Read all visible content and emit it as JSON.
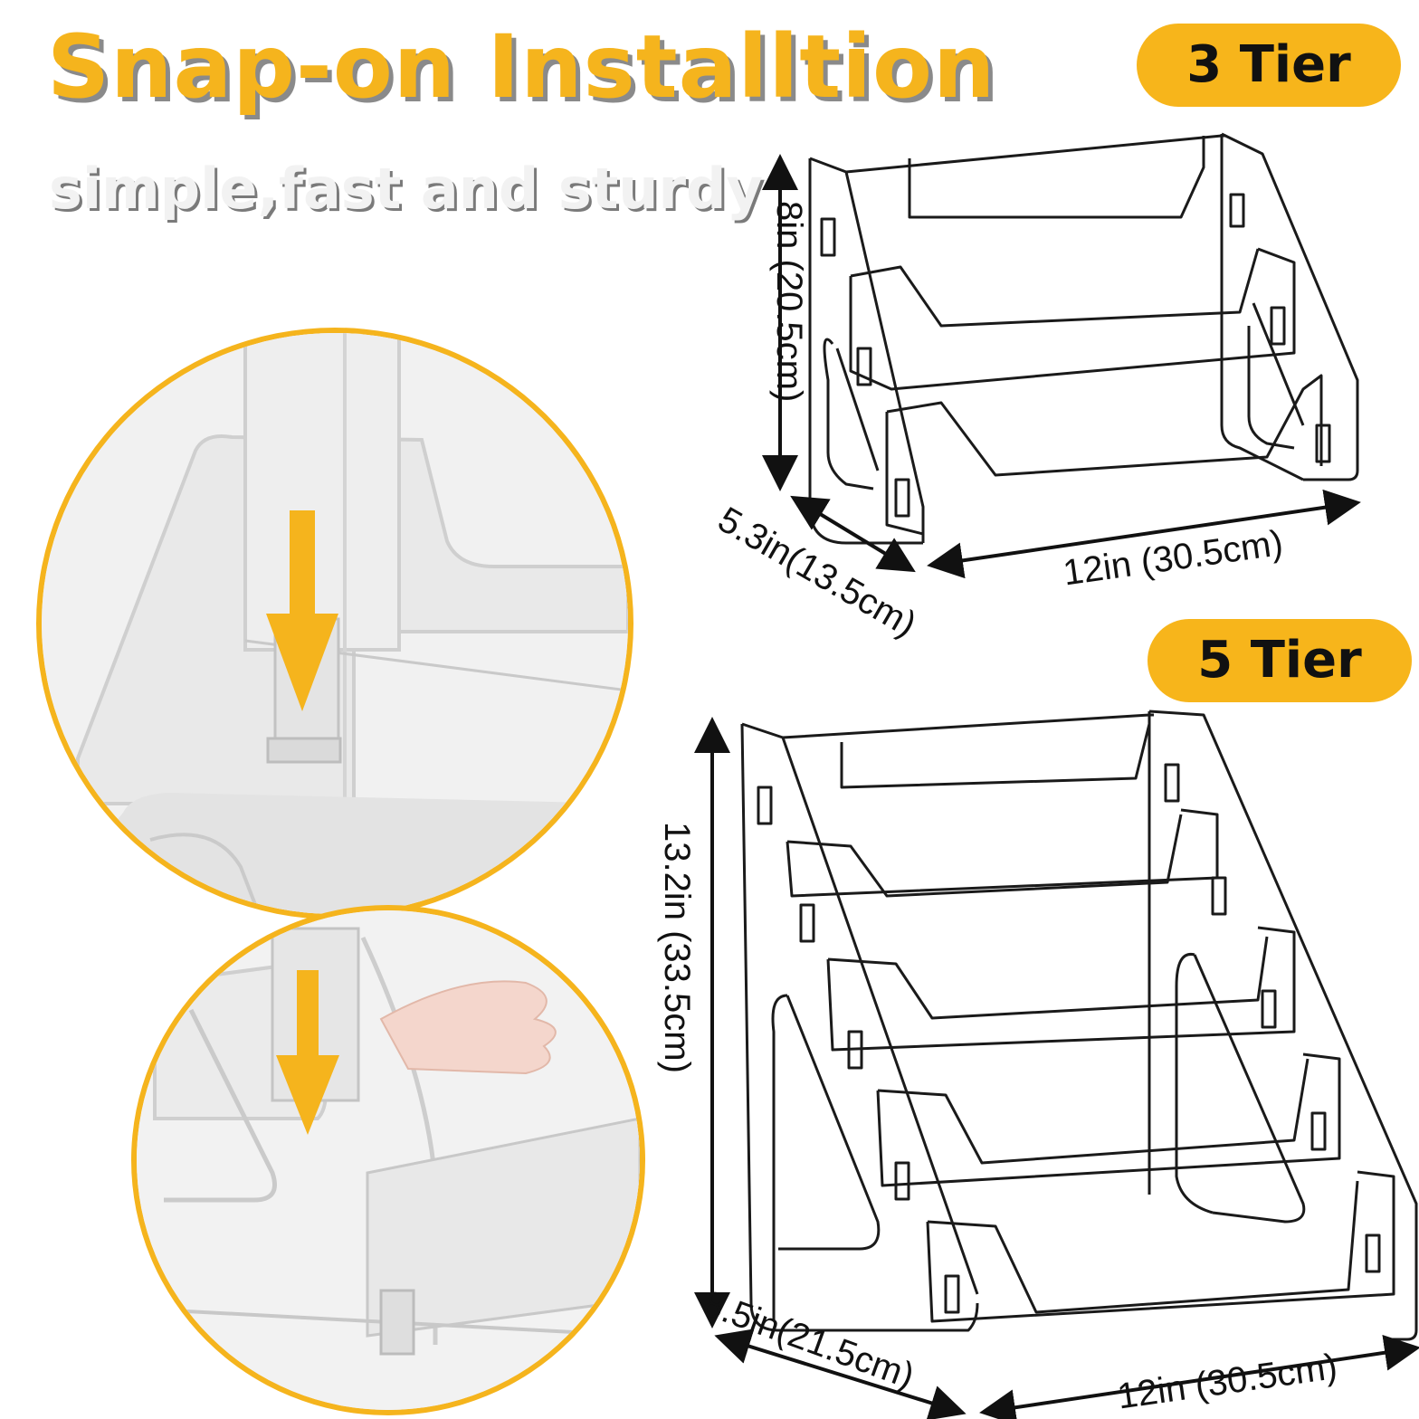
{
  "header": {
    "title": "Snap-on Installtion",
    "subtitle": "simple,fast and sturdy"
  },
  "badges": {
    "tier3": "3 Tier",
    "tier5": "5 Tier"
  },
  "tier3": {
    "height": "8in (20.5cm)",
    "depth": "5.3in(13.5cm)",
    "width": "12in (30.5cm)"
  },
  "tier5": {
    "height": "13.2in (33.5cm)",
    "depth": "8.5in(21.5cm)",
    "width": "12in (30.5cm)"
  },
  "colors": {
    "accent": "#f5b41d",
    "text": "#111111",
    "outline": "#1a1a1a"
  },
  "icons": {
    "arrow": "down-arrow-icon"
  }
}
